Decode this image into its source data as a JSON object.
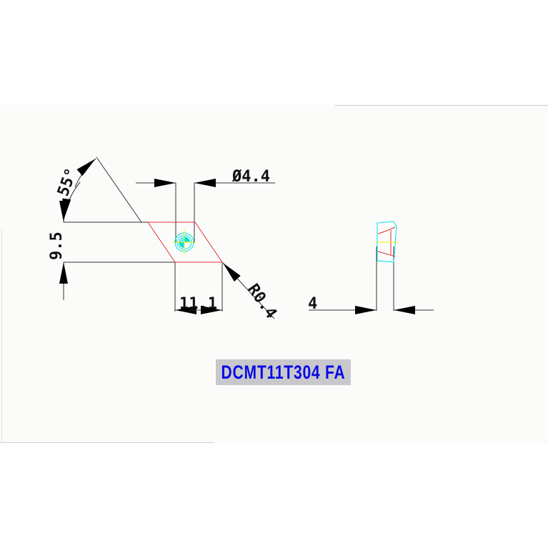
{
  "drawing": {
    "part_code": "DCMT11T304 FA",
    "dimensions": {
      "angle": "55°",
      "inscribed_circle": "9.5",
      "hole_diameter": "Ø4.4",
      "edge_length": "11.1",
      "corner_radius": "R0.4",
      "thickness": "4"
    }
  },
  "colors": {
    "outline": "#e03030",
    "hole": "#00e0e0",
    "centerline": "#f0f000",
    "dimension": "#111111",
    "label_text": "#0a0ae6",
    "label_bg": "#c8c8cc"
  }
}
